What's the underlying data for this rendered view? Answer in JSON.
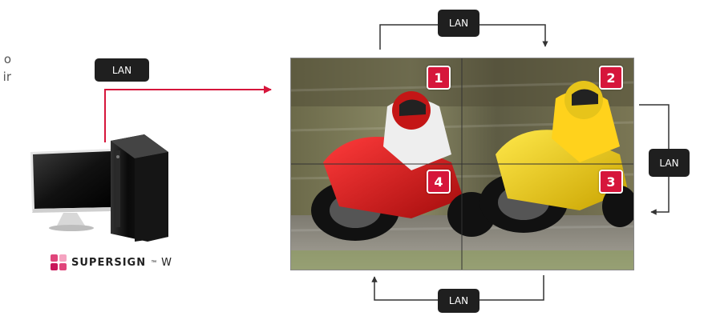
{
  "text": {
    "cut_text_line1": "o",
    "cut_text_line2": "ir"
  },
  "connections": {
    "pc_to_wall": "LAN",
    "top": "LAN",
    "right": "LAN",
    "bottom": "LAN"
  },
  "screens": [
    "1",
    "2",
    "3",
    "4"
  ],
  "brand": {
    "name": "SUPERSIGN",
    "tm": "™",
    "suffix": "W"
  },
  "colors": {
    "accent": "#d6163b",
    "label_bg": "#1f1f1f",
    "line": "#333333"
  }
}
